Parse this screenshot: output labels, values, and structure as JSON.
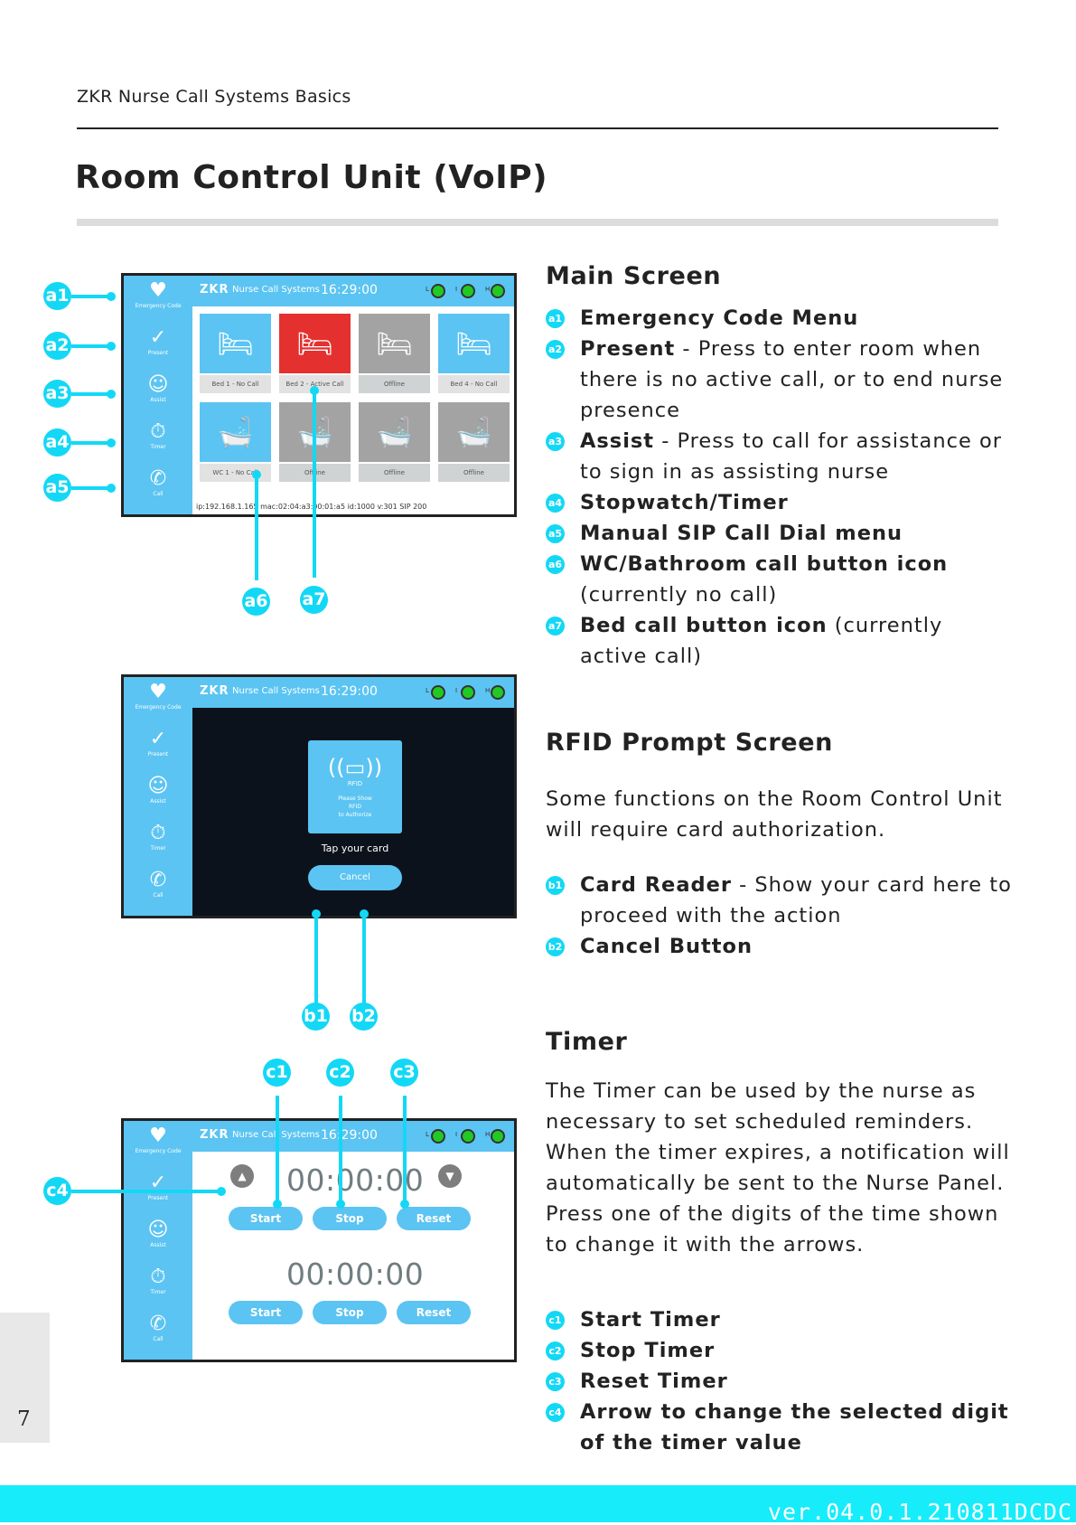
{
  "header": {
    "doc_title": "ZKR Nurse Call Systems Basics",
    "page_title": "Room Control Unit (VoIP)"
  },
  "device": {
    "logo": "ZKR",
    "brand": "Nurse Call Systems",
    "time": "16:29:00",
    "leds": [
      "L",
      "I",
      "H"
    ],
    "sidebar": [
      "Emergency Code",
      "Present",
      "Assist",
      "Timer",
      "Call"
    ]
  },
  "main_screen": {
    "tiles": [
      "Bed 1 - No Call",
      "Bed 2 - Active Call",
      "Offline",
      "Bed 4 - No Call",
      "WC 1 - No Call",
      "Offline",
      "Offline",
      "Offline"
    ],
    "status": "ip:192.168.1.165 mac:02:04:a3:00:01:a5 id:1000 v:301 SIP 200",
    "title": "Main Screen",
    "items": [
      {
        "badge": "a1",
        "bold": "Emergency Code Menu",
        "rest": ""
      },
      {
        "badge": "a2",
        "bold": "Present",
        "rest": " - Press to enter room when there is no active call, or to end nurse presence"
      },
      {
        "badge": "a3",
        "bold": "Assist",
        "rest": " - Press to call for assistance or to sign in as assisting nurse"
      },
      {
        "badge": "a4",
        "bold": "Stopwatch/Timer",
        "rest": ""
      },
      {
        "badge": "a5",
        "bold": "Manual SIP Call Dial menu",
        "rest": ""
      },
      {
        "badge": "a6",
        "bold": "WC/Bathroom call button icon",
        "rest": " (currently no call)"
      },
      {
        "badge": "a7",
        "bold": "Bed call button icon",
        "rest": " (currently active call)"
      }
    ]
  },
  "rfid_screen": {
    "card_label": "RFID",
    "card_text": "Please Show\nRFID\nto Authorize",
    "tap": "Tap your card",
    "cancel": "Cancel",
    "title": "RFID Prompt Screen",
    "intro": "Some functions on the Room Control Unit will require card authorization.",
    "items": [
      {
        "badge": "b1",
        "bold": "Card Reader",
        "rest": " - Show your card here to proceed with the action"
      },
      {
        "badge": "b2",
        "bold": "Cancel Button",
        "rest": ""
      }
    ]
  },
  "timer_screen": {
    "value1": "00:00:00",
    "value2": "00:00:00",
    "start": "Start",
    "stop": "Stop",
    "reset": "Reset",
    "title": "Timer",
    "intro": "The Timer can be used by the nurse as necessary to set scheduled reminders. When the timer expires, a notification will automatically be sent to the Nurse Panel. Press one of the digits of the time shown to change it with the arrows.",
    "items": [
      {
        "badge": "c1",
        "bold": "Start Timer",
        "rest": ""
      },
      {
        "badge": "c2",
        "bold": "Stop Timer",
        "rest": ""
      },
      {
        "badge": "c3",
        "bold": "Reset Timer",
        "rest": ""
      },
      {
        "badge": "c4",
        "bold": "Arrow to change the selected digit of the timer value",
        "rest": ""
      }
    ]
  },
  "callouts": {
    "a": [
      "a1",
      "a2",
      "a3",
      "a4",
      "a5",
      "a6",
      "a7"
    ],
    "b": [
      "b1",
      "b2"
    ],
    "c": [
      "c1",
      "c2",
      "c3",
      "c4"
    ]
  },
  "page_number": "7",
  "version": "ver.04.0.1.210811DCDC",
  "colors": {
    "accent": "#13d8f5",
    "screen_blue": "#5bc4f2",
    "active_red": "#e53030",
    "offline_grey": "#a3a3a3"
  }
}
